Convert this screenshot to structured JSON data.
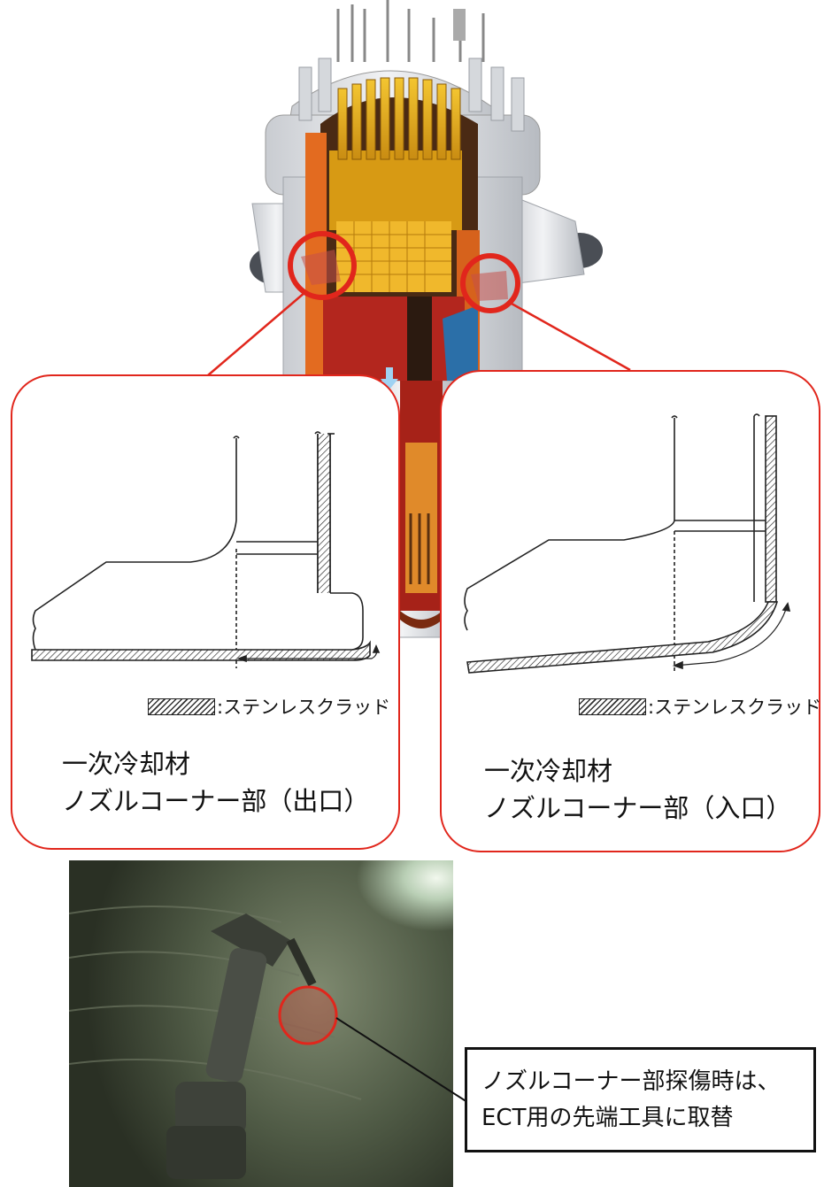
{
  "legend": {
    "label": ":ステンレスクラッド"
  },
  "left_panel": {
    "caption_line1": "一次冷却材",
    "caption_line2": "ノズルコーナー部（出口）"
  },
  "right_panel": {
    "caption_line1": "一次冷却材",
    "caption_line2": "ノズルコーナー部（入口）"
  },
  "callout": {
    "line1": "ノズルコーナー部探傷時は、",
    "line2": "ECT用の先端工具に取替"
  },
  "colors": {
    "highlight_red": "#e1261c",
    "vessel_white": "#dfe2e6",
    "core_yellow": "#e0a81a",
    "core_red": "#b3261e",
    "text": "#111111"
  }
}
